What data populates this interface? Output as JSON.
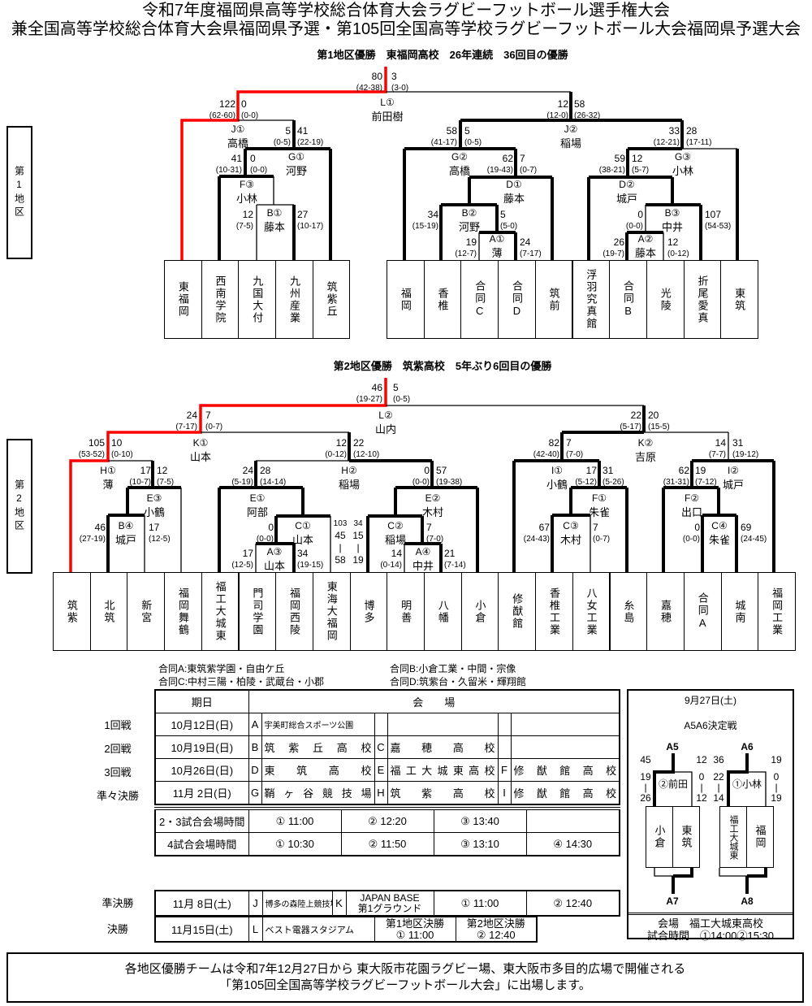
{
  "title": {
    "line1": "令和7年度福岡県高等学校総合体育大会ラグビーフットボール選手権大会",
    "line2": "兼全国高等学校総合体育大会県福岡県予選・第105回全国高等学校ラグビーフットボール大会福岡県予選大会"
  },
  "colors": {
    "winner_path": "#ff0000",
    "line": "#000000"
  },
  "district1": {
    "heading": "第1地区優勝　東福岡高校　26年連続　36回目の優勝",
    "side_label": "第1地区",
    "teams": [
      "東福岡",
      "西南学院",
      "九国大付",
      "九州産業",
      "筑紫丘",
      "福岡",
      "香椎",
      "合同C",
      "合同D",
      "筑前",
      "浮羽究真館",
      "合同B",
      "光陵",
      "折尾愛真",
      "東筑"
    ],
    "scores": [
      [
        "80",
        "(42-38)"
      ],
      [
        "3",
        "(3-0)"
      ],
      [
        "122",
        "(62-60)"
      ],
      [
        "0",
        "(0-0)"
      ],
      [
        "12",
        "(12-0)"
      ],
      [
        "58",
        "(26-32)"
      ],
      [
        "5",
        "(0-5)"
      ],
      [
        "41",
        "(22-19)"
      ],
      [
        "41",
        "(10-31)"
      ],
      [
        "0",
        "(0-0)"
      ],
      [
        "12",
        "(7-5)"
      ],
      [
        "27",
        "(10-17)"
      ],
      [
        "58",
        "(41-17)"
      ],
      [
        "5",
        "(0-5)"
      ],
      [
        "33",
        "(12-21)"
      ],
      [
        "28",
        "(17-11)"
      ],
      [
        "62",
        "(19-43)"
      ],
      [
        "7",
        "(0-7)"
      ],
      [
        "59",
        "(38-21)"
      ],
      [
        "12",
        "(5-7)"
      ],
      [
        "34",
        "(15-19)"
      ],
      [
        "5",
        "(5-0)"
      ],
      [
        "0",
        "(0-0)"
      ],
      [
        "107",
        "(54-53)"
      ],
      [
        "19",
        "(12-7)"
      ],
      [
        "24",
        "(7-17)"
      ],
      [
        "26",
        "(19-7)"
      ],
      [
        "12",
        "(0-12)"
      ]
    ],
    "matches": [
      [
        "L①",
        "前田樹"
      ],
      [
        "J①",
        "高橋"
      ],
      [
        "G①",
        "河野"
      ],
      [
        "F③",
        "小林"
      ],
      [
        "B①",
        "藤本"
      ],
      [
        "J②",
        "稲場"
      ],
      [
        "G②",
        "高橋"
      ],
      [
        "D①",
        "藤本"
      ],
      [
        "B②",
        "河野"
      ],
      [
        "A①",
        "薄"
      ],
      [
        "G③",
        "小林"
      ],
      [
        "D②",
        "城戸"
      ],
      [
        "B③",
        "中井"
      ],
      [
        "A②",
        "藤本"
      ]
    ]
  },
  "district2": {
    "heading": "第2地区優勝　筑紫高校　5年ぶり6回目の優勝",
    "side_label": "第2地区",
    "teams": [
      "筑紫",
      "北筑",
      "新宮",
      "福岡舞鶴",
      "福工大城東",
      "門司学園",
      "福岡西陵",
      "東海大福岡",
      "博多",
      "明善",
      "八幡",
      "小倉",
      "修猷館",
      "香椎工業",
      "八女工業",
      "糸島",
      "嘉穂",
      "合同A",
      "城南",
      "福岡工業"
    ],
    "scores": [
      [
        "46",
        "(19-27)"
      ],
      [
        "5",
        "(0-5)"
      ],
      [
        "24",
        "(7-17)"
      ],
      [
        "7",
        "(0-7)"
      ],
      [
        "22",
        "(5-17)"
      ],
      [
        "20",
        "(15-5)"
      ],
      [
        "105",
        "(53-52)"
      ],
      [
        "10",
        "(0-10)"
      ],
      [
        "12",
        "(0-12)"
      ],
      [
        "22",
        "(12-10)"
      ],
      [
        "82",
        "(42-40)"
      ],
      [
        "7",
        "(7-0)"
      ],
      [
        "14",
        "(7-7)"
      ],
      [
        "31",
        "(19-12)"
      ],
      [
        "17",
        "(10-7)"
      ],
      [
        "12",
        "(7-5)"
      ],
      [
        "24",
        "(5-19)"
      ],
      [
        "28",
        "(14-14)"
      ],
      [
        "0",
        "(0-0)"
      ],
      [
        "57",
        "(19-38)"
      ],
      [
        "17",
        "(5-12)"
      ],
      [
        "31",
        "(5-26)"
      ],
      [
        "62",
        "(31-31)"
      ],
      [
        "19",
        "(7-12)"
      ],
      [
        "46",
        "(27-19)"
      ],
      [
        "17",
        "(12-5)"
      ],
      [
        "0",
        "(0-0)"
      ],
      [
        "7",
        "(7-0)"
      ],
      [
        "67",
        "(24-43)"
      ],
      [
        "7",
        "(0-7)"
      ],
      [
        "0",
        "(0-0)"
      ],
      [
        "69",
        "(24-45)"
      ],
      [
        "17",
        "(12-5)"
      ],
      [
        "34",
        "(19-15)"
      ],
      [
        "14",
        "(0-14)"
      ],
      [
        "21",
        "(7-14)"
      ]
    ],
    "vertical_scores": [
      [
        "103",
        "45",
        "58"
      ],
      [
        "34",
        "15",
        "19"
      ]
    ],
    "matches": [
      [
        "L②",
        "山内"
      ],
      [
        "K①",
        "山本"
      ],
      [
        "K②",
        "吉原"
      ],
      [
        "H①",
        "薄"
      ],
      [
        "H②",
        "稲場"
      ],
      [
        "I①",
        "小鶴"
      ],
      [
        "I②",
        "城戸"
      ],
      [
        "E③",
        "小鶴"
      ],
      [
        "E①",
        "阿部"
      ],
      [
        "E②",
        "木村"
      ],
      [
        "F①",
        "朱雀"
      ],
      [
        "F②",
        "出口"
      ],
      [
        "B④",
        "城戸"
      ],
      [
        "C①",
        "山本"
      ],
      [
        "C②",
        "稲場"
      ],
      [
        "C③",
        "木村"
      ],
      [
        "C④",
        "朱雀"
      ],
      [
        "A③",
        "山本"
      ],
      [
        "A④",
        "中井"
      ]
    ]
  },
  "joint_teams": {
    "a": "合同A:東筑紫学園・自由ケ丘",
    "b": "合同B:小倉工業・中間・宗像",
    "c": "合同C:中村三陽・柏陵・武蔵台・小郡",
    "d": "合同D:筑紫台・久留米・輝翔館"
  },
  "schedule": {
    "header": {
      "date": "期日",
      "venue": "会　　場"
    },
    "rows": [
      {
        "round": "1回戦",
        "date": "10月12日(日)",
        "venues": [
          [
            "A",
            "宇美町総合スポーツ公園"
          ]
        ]
      },
      {
        "round": "2回戦",
        "date": "10月19日(日)",
        "venues": [
          [
            "B",
            "筑紫丘高校"
          ],
          [
            "C",
            "嘉穂高校"
          ]
        ]
      },
      {
        "round": "3回戦",
        "date": "10月26日(日)",
        "venues": [
          [
            "D",
            "東筑高校"
          ],
          [
            "E",
            "福工大城東高校"
          ],
          [
            "F",
            "修猷館高校"
          ]
        ]
      },
      {
        "round": "準々決勝",
        "date": "11月 2日(日)",
        "venues": [
          [
            "G",
            "鞘ヶ谷競技場"
          ],
          [
            "H",
            "筑紫高校"
          ],
          [
            "I",
            "修猷館高校"
          ]
        ]
      }
    ],
    "times": [
      {
        "label": "2・3試合会場時間",
        "slots": [
          "①  11:00",
          "②  12:20",
          "③  13:40"
        ]
      },
      {
        "label": "4試合会場時間",
        "slots": [
          "①  10:30",
          "②  11:50",
          "③  13:10",
          "④  14:30"
        ]
      }
    ],
    "semifinal": {
      "round": "準決勝",
      "date": "11月  8日(土)",
      "venues": [
        [
          "J",
          "博多の森陸上競技場"
        ],
        [
          "K",
          "JAPAN BASE",
          "第1グラウンド"
        ]
      ],
      "slots": [
        "①  11:00",
        "②  12:40"
      ]
    },
    "final": {
      "round": "決勝",
      "date": "11月15日(土)",
      "venue": [
        "L",
        "ベスト電器スタジアム"
      ],
      "slots": [
        [
          "第1地区決勝",
          "①  11:00"
        ],
        [
          "第2地区決勝",
          "②  12:40"
        ]
      ]
    }
  },
  "playoff": {
    "date": "9月27日(土)",
    "title": "A5A6決定戦",
    "games": [
      {
        "code": "A5",
        "match": "②前田",
        "left_score": "45",
        "left_detail": [
          "19",
          "26"
        ],
        "right_score": "12",
        "right_detail": [
          "0",
          "12"
        ],
        "teams": [
          "小倉",
          "東筑"
        ],
        "next": "A7"
      },
      {
        "code": "A6",
        "match": "①小林",
        "left_score": "36",
        "left_detail": [
          "22",
          "14"
        ],
        "right_score": "19",
        "right_detail": [
          "0",
          "19"
        ],
        "teams": [
          "福工大城東",
          "福岡"
        ],
        "next": "A8"
      }
    ],
    "venue": "会場　福工大城東高校",
    "time": "試合時間　①14:00②15:30"
  },
  "notice": {
    "line1": "各地区優勝チームは令和7年12月27日から 東大阪市花園ラグビー場、東大阪市多目的広場で開催される",
    "line2": "「第105回全国高等学校ラグビーフットボール大会」に出場します。"
  }
}
